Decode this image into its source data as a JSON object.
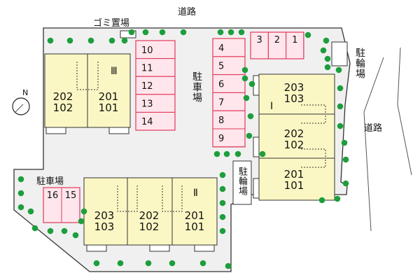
{
  "roads": {
    "top": "道路",
    "right": "道路"
  },
  "garbage_label": "ゴミ置場",
  "north_label": "N",
  "parking": {
    "center_label": "駐車場",
    "left_label": "駐車場",
    "slots_left_col": [
      "10",
      "11",
      "12",
      "13",
      "14"
    ],
    "slots_mid_col": [
      "4",
      "5",
      "6",
      "7",
      "8",
      "9"
    ],
    "slots_top_row": [
      "3",
      "2",
      "1"
    ],
    "slots_bottom": [
      "16",
      "15"
    ]
  },
  "bicycle": {
    "top_right_label": "駐輪場",
    "center_label": "駐輪場"
  },
  "buildings": {
    "b3": {
      "name": "Ⅲ",
      "units": [
        {
          "upper": "202",
          "lower": "102"
        },
        {
          "upper": "201",
          "lower": "101"
        }
      ]
    },
    "b1": {
      "name": "Ⅰ",
      "units": [
        {
          "upper": "203",
          "lower": "103"
        },
        {
          "upper": "202",
          "lower": "102"
        },
        {
          "upper": "201",
          "lower": "101"
        }
      ]
    },
    "b2": {
      "name": "Ⅱ",
      "units": [
        {
          "upper": "203",
          "lower": "103"
        },
        {
          "upper": "202",
          "lower": "102"
        },
        {
          "upper": "201",
          "lower": "101"
        }
      ]
    }
  },
  "colors": {
    "site": "#f0f0f0",
    "building": "#fbf7c4",
    "parking_fill": "#ffe6ec",
    "parking_stroke": "#e03a5a",
    "tree": "#1d9e3c",
    "outline": "#333333"
  }
}
